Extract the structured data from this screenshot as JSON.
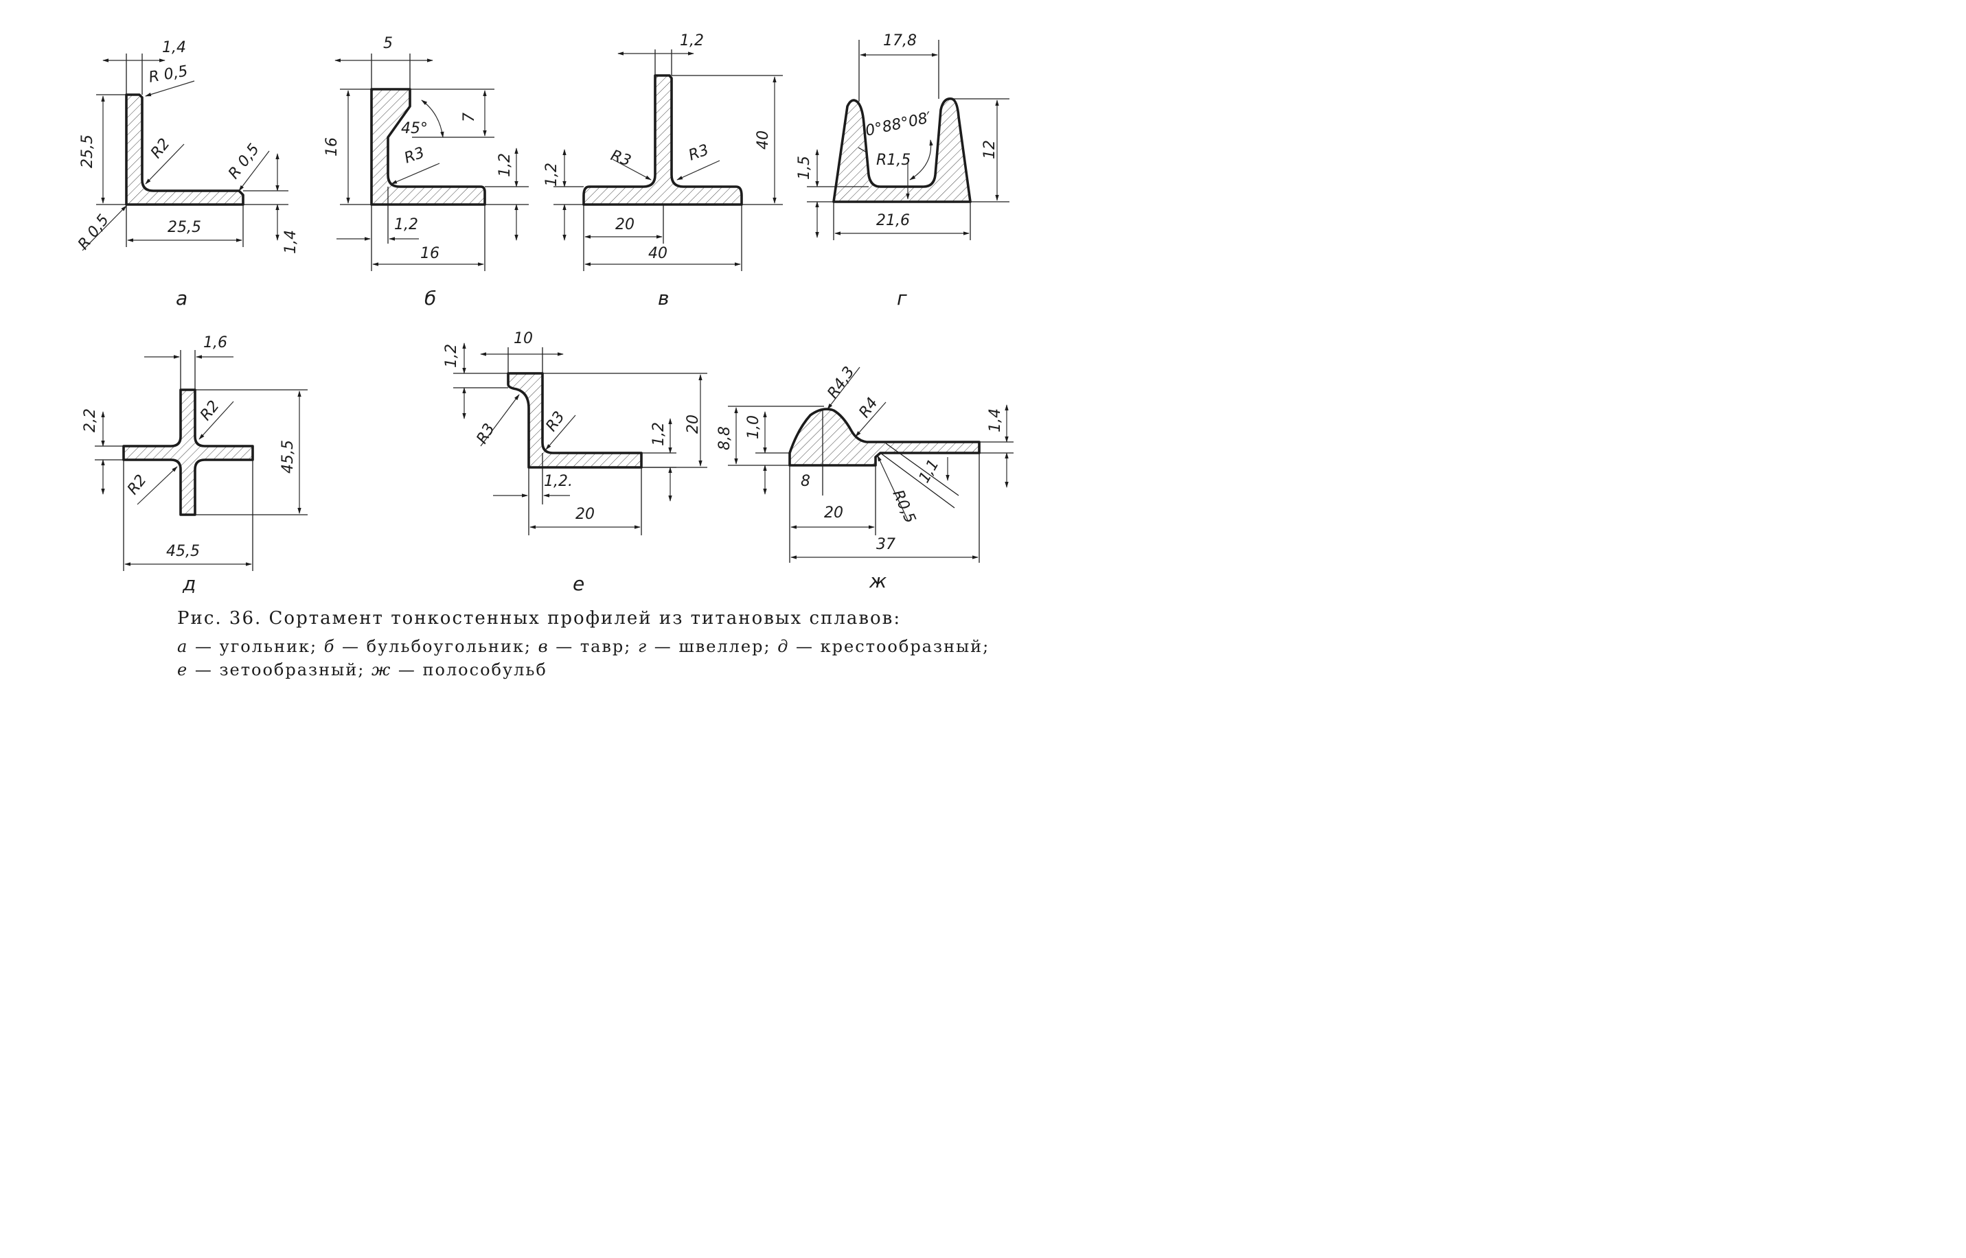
{
  "figure": {
    "a": {
      "letter": "а",
      "d_flange": "1,4",
      "r_top": "R 0,5",
      "h": "25,5",
      "r_inner": "R2",
      "r_toe": "R 0,5",
      "r_heel": "R 0,5",
      "w": "25,5",
      "t": "1,4"
    },
    "b": {
      "letter": "б",
      "top": "5",
      "h": "16",
      "bulb_h": "7",
      "angle": "45°",
      "r": "R3",
      "t": "1,2",
      "web": "1,2",
      "w": "16"
    },
    "v": {
      "letter": "в",
      "web": "1,2",
      "h": "40",
      "r_left": "R3",
      "r_right": "R3",
      "t": "1,2",
      "half": "20",
      "w": "40"
    },
    "g": {
      "letter": "г",
      "open": "17,8",
      "angle": "0°88°08′",
      "h": "12",
      "t": "1,5",
      "r": "R1,5",
      "w": "21,6"
    },
    "d": {
      "letter": "д",
      "web": "1,6",
      "t": "2,2",
      "r_top": "R2",
      "r_bottom": "R2",
      "h": "45,5",
      "w": "45,5"
    },
    "e": {
      "letter": "е",
      "t_top": "1,2",
      "top": "10",
      "r_outer": "R3",
      "r_inner": "R3",
      "t_right": "1,2",
      "h": "20",
      "web": "1,2.",
      "w": "20"
    },
    "zh": {
      "letter": "ж",
      "h": "8,8",
      "bulb_t": "1,0",
      "r_bulb": "R4,3",
      "r_fillet": "R4",
      "t": "1,4",
      "bulb_w": "8",
      "mid": "20",
      "t2": "1,1",
      "r_toe": "R0,5",
      "w": "37"
    }
  },
  "caption": {
    "title": "Рис. 36. Сортамент тонкостенных профилей из титановых сплавов:",
    "items_line1": [
      {
        "key": "а",
        "text": " — угольник;   "
      },
      {
        "key": "б",
        "text": " — бульбоугольник;   "
      },
      {
        "key": "в",
        "text": " — тавр;   "
      },
      {
        "key": "г",
        "text": " — швеллер;   "
      },
      {
        "key": "д",
        "text": " — крестообразный;"
      }
    ],
    "items_line2": [
      {
        "key": "е",
        "text": " — зетообразный;  "
      },
      {
        "key": "ж",
        "text": " — полособульб"
      }
    ]
  }
}
